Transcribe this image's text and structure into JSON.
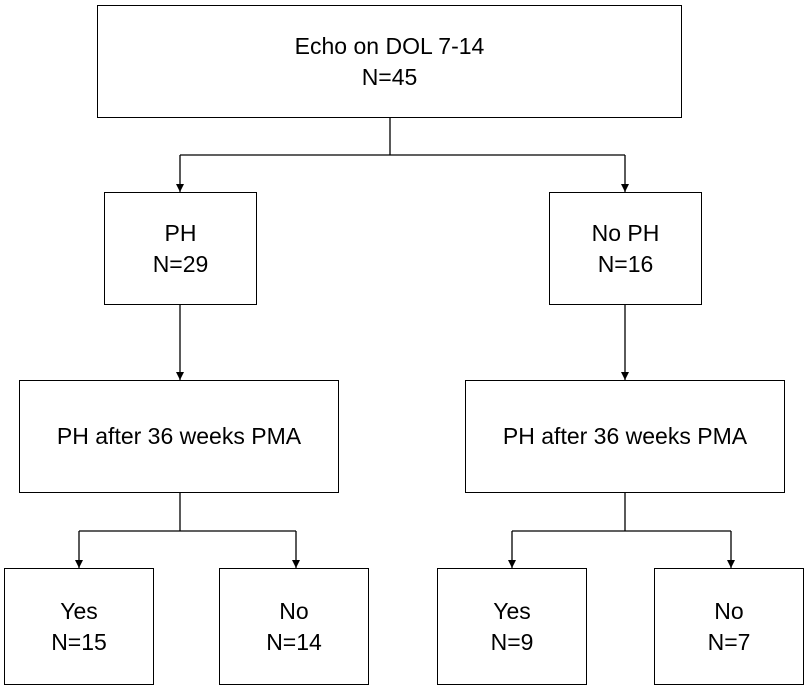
{
  "root": {
    "line1": "Echo on DOL 7-14",
    "line2": "N=45"
  },
  "left": {
    "group": {
      "line1": "PH",
      "line2": "N=29"
    },
    "followup": {
      "label": "PH after 36 weeks PMA"
    },
    "yes": {
      "line1": "Yes",
      "line2": "N=15"
    },
    "no": {
      "line1": "No",
      "line2": "N=14"
    }
  },
  "right": {
    "group": {
      "line1": "No PH",
      "line2": "N=16"
    },
    "followup": {
      "label": "PH after 36 weeks PMA"
    },
    "yes": {
      "line1": "Yes",
      "line2": "N=9"
    },
    "no": {
      "line1": "No",
      "line2": "N=7"
    }
  },
  "colors": {
    "line": "#000000",
    "background": "#ffffff"
  }
}
